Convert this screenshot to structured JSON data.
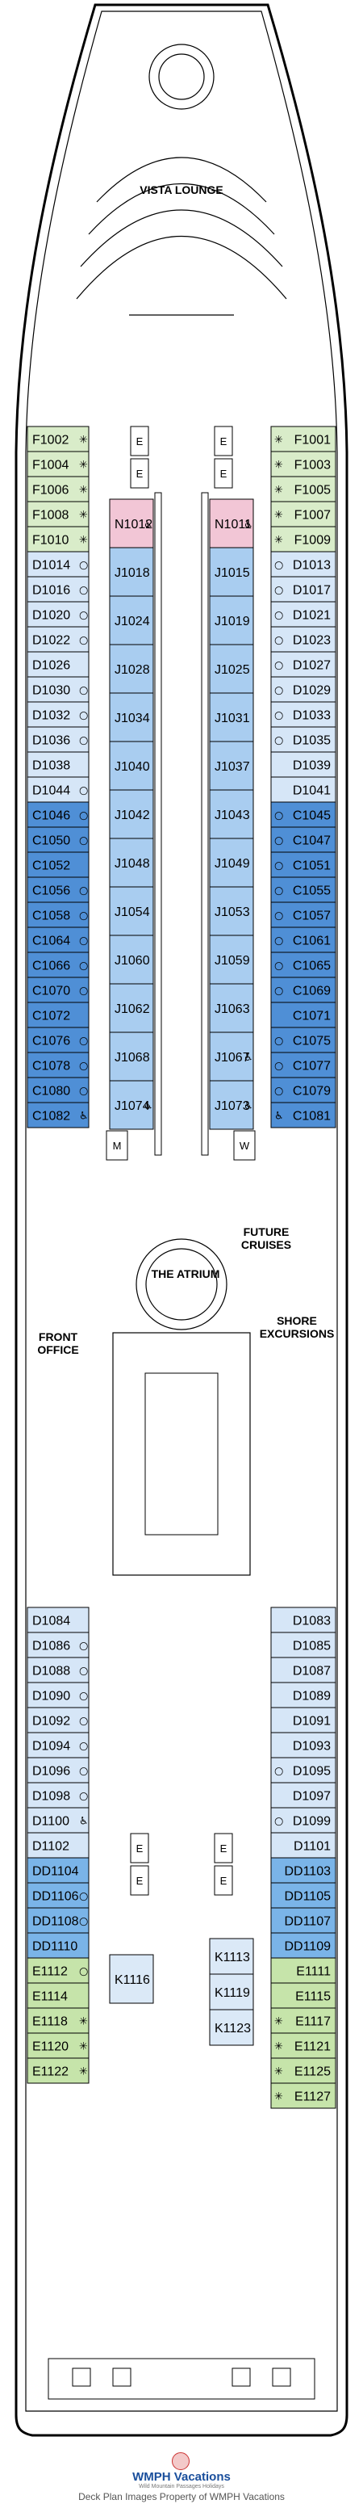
{
  "colors": {
    "F": "#d9ecc9",
    "N": "#f2c6d6",
    "J": "#a9cdf0",
    "D": "#d6e6f7",
    "C": "#4f8fd6",
    "DD": "#7ab4e8",
    "E": "#c6e4aa",
    "K": "#dbe9f7",
    "outline": "#000000"
  },
  "areas": {
    "vista_lounge": "VISTA LOUNGE",
    "atrium": "THE ATRIUM",
    "future_cruises": "FUTURE CRUISES",
    "front_office": "FRONT OFFICE",
    "shore_excursions": "SHORE EXCURSIONS"
  },
  "facilities": {
    "elevator": "E",
    "men": "M",
    "women": "W"
  },
  "icons": [
    "accessible-icon",
    "sofa-bed-icon",
    "pullman-icon",
    "elevator-icon",
    "stairs-icon"
  ],
  "cabins": {
    "left_outer_fwd": [
      {
        "id": "F1002",
        "cat": "F",
        "icon": "pullman-icon"
      },
      {
        "id": "F1004",
        "cat": "F",
        "icon": "pullman-icon"
      },
      {
        "id": "F1006",
        "cat": "F",
        "icon": "pullman-icon"
      },
      {
        "id": "F1008",
        "cat": "F",
        "icon": "pullman-icon"
      },
      {
        "id": "F1010",
        "cat": "F",
        "icon": "pullman-icon"
      },
      {
        "id": "D1014",
        "cat": "D",
        "icon": "sofa-bed-icon"
      },
      {
        "id": "D1016",
        "cat": "D",
        "icon": "sofa-bed-icon"
      },
      {
        "id": "D1020",
        "cat": "D",
        "icon": "sofa-bed-icon"
      },
      {
        "id": "D1022",
        "cat": "D",
        "icon": "sofa-bed-icon"
      },
      {
        "id": "D1026",
        "cat": "D",
        "icon": ""
      },
      {
        "id": "D1030",
        "cat": "D",
        "icon": "sofa-bed-icon"
      },
      {
        "id": "D1032",
        "cat": "D",
        "icon": "sofa-bed-icon"
      },
      {
        "id": "D1036",
        "cat": "D",
        "icon": "sofa-bed-icon"
      },
      {
        "id": "D1038",
        "cat": "D",
        "icon": ""
      },
      {
        "id": "D1044",
        "cat": "D",
        "icon": "sofa-bed-icon"
      },
      {
        "id": "C1046",
        "cat": "C",
        "icon": "sofa-bed-icon"
      },
      {
        "id": "C1050",
        "cat": "C",
        "icon": "sofa-bed-icon"
      },
      {
        "id": "C1052",
        "cat": "C",
        "icon": ""
      },
      {
        "id": "C1056",
        "cat": "C",
        "icon": "sofa-bed-icon"
      },
      {
        "id": "C1058",
        "cat": "C",
        "icon": "sofa-bed-icon"
      },
      {
        "id": "C1064",
        "cat": "C",
        "icon": "sofa-bed-icon"
      },
      {
        "id": "C1066",
        "cat": "C",
        "icon": "sofa-bed-icon"
      },
      {
        "id": "C1070",
        "cat": "C",
        "icon": "sofa-bed-icon"
      },
      {
        "id": "C1072",
        "cat": "C",
        "icon": ""
      },
      {
        "id": "C1076",
        "cat": "C",
        "icon": "sofa-bed-icon"
      },
      {
        "id": "C1078",
        "cat": "C",
        "icon": "sofa-bed-icon"
      },
      {
        "id": "C1080",
        "cat": "C",
        "icon": "sofa-bed-icon"
      },
      {
        "id": "C1082",
        "cat": "C",
        "icon": "accessible-icon"
      }
    ],
    "right_outer_fwd": [
      {
        "id": "F1001",
        "cat": "F",
        "icon": "pullman-icon"
      },
      {
        "id": "F1003",
        "cat": "F",
        "icon": "pullman-icon"
      },
      {
        "id": "F1005",
        "cat": "F",
        "icon": "pullman-icon"
      },
      {
        "id": "F1007",
        "cat": "F",
        "icon": "pullman-icon"
      },
      {
        "id": "F1009",
        "cat": "F",
        "icon": "pullman-icon"
      },
      {
        "id": "D1013",
        "cat": "D",
        "icon": "sofa-bed-icon"
      },
      {
        "id": "D1017",
        "cat": "D",
        "icon": "sofa-bed-icon"
      },
      {
        "id": "D1021",
        "cat": "D",
        "icon": "sofa-bed-icon"
      },
      {
        "id": "D1023",
        "cat": "D",
        "icon": "sofa-bed-icon"
      },
      {
        "id": "D1027",
        "cat": "D",
        "icon": "sofa-bed-icon"
      },
      {
        "id": "D1029",
        "cat": "D",
        "icon": "sofa-bed-icon"
      },
      {
        "id": "D1033",
        "cat": "D",
        "icon": "sofa-bed-icon"
      },
      {
        "id": "D1035",
        "cat": "D",
        "icon": "sofa-bed-icon"
      },
      {
        "id": "D1039",
        "cat": "D",
        "icon": ""
      },
      {
        "id": "D1041",
        "cat": "D",
        "icon": ""
      },
      {
        "id": "C1045",
        "cat": "C",
        "icon": "sofa-bed-icon"
      },
      {
        "id": "C1047",
        "cat": "C",
        "icon": "sofa-bed-icon"
      },
      {
        "id": "C1051",
        "cat": "C",
        "icon": "sofa-bed-icon"
      },
      {
        "id": "C1055",
        "cat": "C",
        "icon": "sofa-bed-icon"
      },
      {
        "id": "C1057",
        "cat": "C",
        "icon": "sofa-bed-icon"
      },
      {
        "id": "C1061",
        "cat": "C",
        "icon": "sofa-bed-icon"
      },
      {
        "id": "C1065",
        "cat": "C",
        "icon": "sofa-bed-icon"
      },
      {
        "id": "C1069",
        "cat": "C",
        "icon": "sofa-bed-icon"
      },
      {
        "id": "C1071",
        "cat": "C",
        "icon": ""
      },
      {
        "id": "C1075",
        "cat": "C",
        "icon": "sofa-bed-icon"
      },
      {
        "id": "C1077",
        "cat": "C",
        "icon": "sofa-bed-icon"
      },
      {
        "id": "C1079",
        "cat": "C",
        "icon": "sofa-bed-icon"
      },
      {
        "id": "C1081",
        "cat": "C",
        "icon": "accessible-icon"
      }
    ],
    "left_inner_fwd": [
      {
        "id": "N1012",
        "cat": "N",
        "icon": "accessible-icon"
      },
      {
        "id": "J1018",
        "cat": "J",
        "icon": ""
      },
      {
        "id": "J1024",
        "cat": "J",
        "icon": ""
      },
      {
        "id": "J1028",
        "cat": "J",
        "icon": ""
      },
      {
        "id": "J1034",
        "cat": "J",
        "icon": ""
      },
      {
        "id": "J1040",
        "cat": "J",
        "icon": ""
      },
      {
        "id": "J1042",
        "cat": "J",
        "icon": ""
      },
      {
        "id": "J1048",
        "cat": "J",
        "icon": ""
      },
      {
        "id": "J1054",
        "cat": "J",
        "icon": ""
      },
      {
        "id": "J1060",
        "cat": "J",
        "icon": ""
      },
      {
        "id": "J1062",
        "cat": "J",
        "icon": ""
      },
      {
        "id": "J1068",
        "cat": "J",
        "icon": ""
      },
      {
        "id": "J1074",
        "cat": "J",
        "icon": "accessible-icon"
      }
    ],
    "right_inner_fwd": [
      {
        "id": "N1011",
        "cat": "N",
        "icon": "accessible-icon"
      },
      {
        "id": "J1015",
        "cat": "J",
        "icon": ""
      },
      {
        "id": "J1019",
        "cat": "J",
        "icon": ""
      },
      {
        "id": "J1025",
        "cat": "J",
        "icon": ""
      },
      {
        "id": "J1031",
        "cat": "J",
        "icon": ""
      },
      {
        "id": "J1037",
        "cat": "J",
        "icon": ""
      },
      {
        "id": "J1043",
        "cat": "J",
        "icon": ""
      },
      {
        "id": "J1049",
        "cat": "J",
        "icon": ""
      },
      {
        "id": "J1053",
        "cat": "J",
        "icon": ""
      },
      {
        "id": "J1059",
        "cat": "J",
        "icon": ""
      },
      {
        "id": "J1063",
        "cat": "J",
        "icon": ""
      },
      {
        "id": "J1067",
        "cat": "J",
        "icon": "accessible-icon"
      },
      {
        "id": "J1073",
        "cat": "J",
        "icon": "accessible-icon"
      }
    ],
    "left_outer_aft": [
      {
        "id": "D1084",
        "cat": "D",
        "icon": ""
      },
      {
        "id": "D1086",
        "cat": "D",
        "icon": "sofa-bed-icon"
      },
      {
        "id": "D1088",
        "cat": "D",
        "icon": "sofa-bed-icon"
      },
      {
        "id": "D1090",
        "cat": "D",
        "icon": "sofa-bed-icon"
      },
      {
        "id": "D1092",
        "cat": "D",
        "icon": "sofa-bed-icon"
      },
      {
        "id": "D1094",
        "cat": "D",
        "icon": "sofa-bed-icon"
      },
      {
        "id": "D1096",
        "cat": "D",
        "icon": "sofa-bed-icon"
      },
      {
        "id": "D1098",
        "cat": "D",
        "icon": "sofa-bed-icon"
      },
      {
        "id": "D1100",
        "cat": "D",
        "icon": "accessible-icon"
      },
      {
        "id": "D1102",
        "cat": "D",
        "icon": ""
      },
      {
        "id": "DD1104",
        "cat": "DD",
        "icon": ""
      },
      {
        "id": "DD1106",
        "cat": "DD",
        "icon": "sofa-bed-icon"
      },
      {
        "id": "DD1108",
        "cat": "DD",
        "icon": "sofa-bed-icon"
      },
      {
        "id": "DD1110",
        "cat": "DD",
        "icon": ""
      },
      {
        "id": "E1112",
        "cat": "E",
        "icon": "sofa-bed-icon"
      },
      {
        "id": "E1114",
        "cat": "E",
        "icon": ""
      },
      {
        "id": "E1118",
        "cat": "E",
        "icon": "pullman-icon"
      },
      {
        "id": "E1120",
        "cat": "E",
        "icon": "pullman-icon"
      },
      {
        "id": "E1122",
        "cat": "E",
        "icon": "pullman-icon"
      }
    ],
    "right_outer_aft": [
      {
        "id": "D1083",
        "cat": "D",
        "icon": ""
      },
      {
        "id": "D1085",
        "cat": "D",
        "icon": ""
      },
      {
        "id": "D1087",
        "cat": "D",
        "icon": ""
      },
      {
        "id": "D1089",
        "cat": "D",
        "icon": ""
      },
      {
        "id": "D1091",
        "cat": "D",
        "icon": ""
      },
      {
        "id": "D1093",
        "cat": "D",
        "icon": ""
      },
      {
        "id": "D1095",
        "cat": "D",
        "icon": "sofa-bed-icon"
      },
      {
        "id": "D1097",
        "cat": "D",
        "icon": ""
      },
      {
        "id": "D1099",
        "cat": "D",
        "icon": "sofa-bed-icon"
      },
      {
        "id": "D1101",
        "cat": "D",
        "icon": ""
      },
      {
        "id": "DD1103",
        "cat": "DD",
        "icon": ""
      },
      {
        "id": "DD1105",
        "cat": "DD",
        "icon": ""
      },
      {
        "id": "DD1107",
        "cat": "DD",
        "icon": ""
      },
      {
        "id": "DD1109",
        "cat": "DD",
        "icon": ""
      },
      {
        "id": "E1111",
        "cat": "E",
        "icon": ""
      },
      {
        "id": "E1115",
        "cat": "E",
        "icon": ""
      },
      {
        "id": "E1117",
        "cat": "E",
        "icon": "pullman-icon"
      },
      {
        "id": "E1121",
        "cat": "E",
        "icon": "pullman-icon"
      },
      {
        "id": "E1125",
        "cat": "E",
        "icon": "pullman-icon"
      },
      {
        "id": "E1127",
        "cat": "E",
        "icon": "pullman-icon"
      }
    ],
    "left_inner_aft": [
      {
        "id": "K1116",
        "cat": "K",
        "icon": ""
      }
    ],
    "right_inner_aft": [
      {
        "id": "K1113",
        "cat": "K",
        "icon": ""
      },
      {
        "id": "K1119",
        "cat": "K",
        "icon": ""
      },
      {
        "id": "K1123",
        "cat": "K",
        "icon": ""
      }
    ]
  },
  "footer": {
    "brand": "WMPH Vacations",
    "brand_sub": "Wild Mountain Passages Holidays",
    "credit": "Deck Plan Images Property of WMPH Vacations"
  }
}
